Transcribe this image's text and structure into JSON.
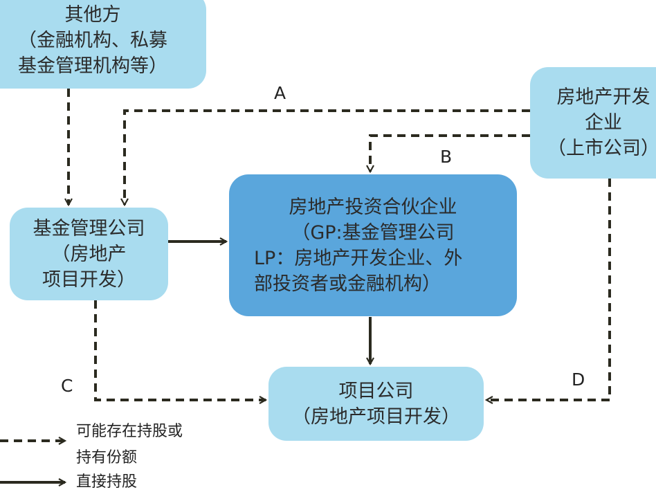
{
  "nodes": {
    "other": {
      "lines": [
        "其他方",
        "（金融机构、私募",
        "基金管理机构等）"
      ]
    },
    "developer": {
      "lines": [
        "房地产开发",
        "企业",
        "（上市公司）"
      ]
    },
    "fund_manager": {
      "lines": [
        "基金管理公司",
        "（房地产",
        "项目开发）"
      ]
    },
    "partnership": {
      "lines": [
        "房地产投资合伙企业",
        "（GP:基金管理公司",
        "LP：房地产开发企业、外",
        "部投资者或金融机构）"
      ]
    },
    "project": {
      "lines": [
        "项目公司",
        "（房地产项目开发）"
      ]
    }
  },
  "edge_labels": {
    "a": "A",
    "b": "B",
    "c": "C",
    "d": "D"
  },
  "legend": {
    "dashed_line1": "可能存在持股或",
    "dashed_line2": "持有份额",
    "solid": "直接持股"
  },
  "colors": {
    "node_light": "#a9dcef",
    "node_dark": "#5aa6dc",
    "arrow": "#2b2a1f"
  }
}
